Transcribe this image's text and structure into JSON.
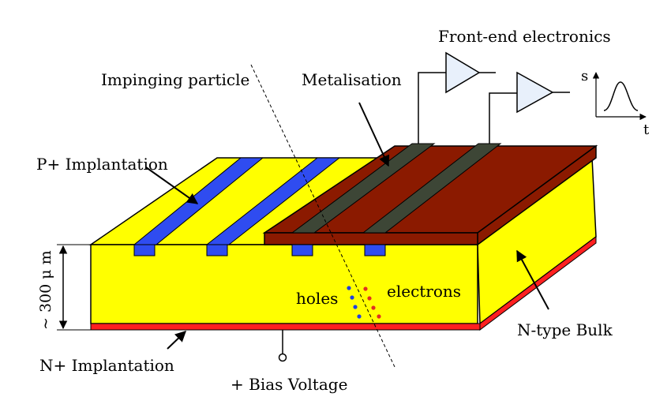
{
  "labels": {
    "front_end": "Front-end electronics",
    "impinging": "Impinging particle",
    "metalisation": "Metalisation",
    "p_implant": "P+ Implantation",
    "thickness": "~ 300  μ m",
    "holes": "holes",
    "electrons": "electrons",
    "n_bulk": "N-type Bulk",
    "n_implant": "N+ Implantation",
    "bias": "+ Bias Voltage",
    "signal_y": "s",
    "signal_x": "t"
  },
  "colors": {
    "bulk": "#ffff00",
    "p_strip": "#2f4cf0",
    "metal_layer": "#8b1a00",
    "metal_strip": "#3d4636",
    "n_layer": "#ff2020",
    "hole_dot": "#2040e0",
    "electron_dot": "#e03020"
  }
}
